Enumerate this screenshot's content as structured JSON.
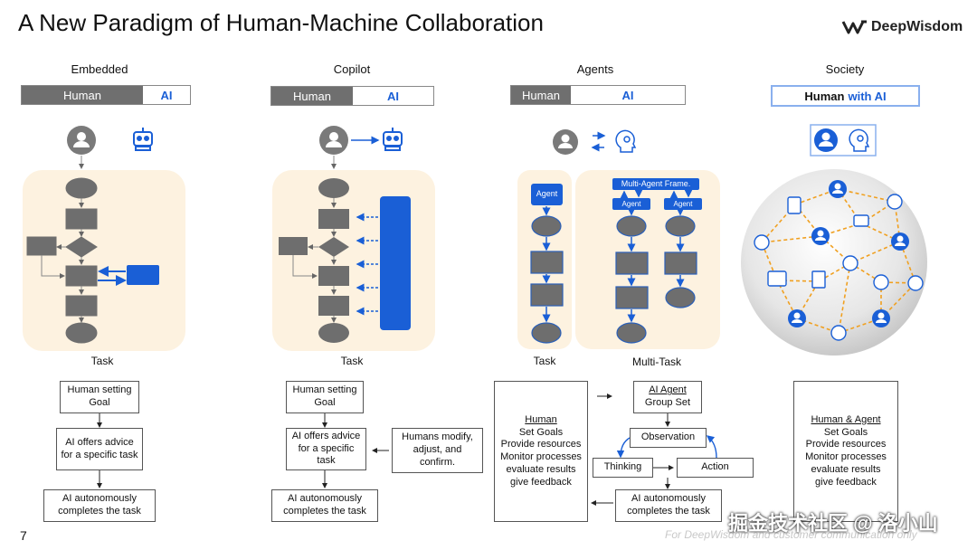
{
  "title": "A New Paradigm of Human-Machine Collaboration",
  "logo": {
    "text": "DeepWisdom",
    "icon": "deepwisdom-logo-icon"
  },
  "columns": [
    {
      "heading": "Embedded",
      "human": "Human",
      "ai": "AI",
      "task_label": "Task",
      "steps": [
        "Human setting Goal",
        "AI offers advice for a specific task",
        "AI autonomously completes the task"
      ]
    },
    {
      "heading": "Copilot",
      "human": "Human",
      "ai": "AI",
      "task_label": "Task",
      "steps": [
        "Human setting Goal",
        "AI offers advice for a specific task",
        "AI autonomously completes the task"
      ],
      "side_note": "Humans modify, adjust, and confirm."
    },
    {
      "heading": "Agents",
      "human": "Human",
      "ai": "AI",
      "task_label": "Task",
      "multi_task_label": "Multi-Task",
      "agent_label": "Agent",
      "multi_agent_frame": "Multi-Agent Frame.",
      "sub_agent": "Agent",
      "human_box": {
        "head": "Human",
        "lines": [
          "Set Goals",
          "Provide resources",
          "Monitor processes",
          "evaluate results",
          "give feedback"
        ]
      },
      "group_box": {
        "head": "AI Agent",
        "line": "Group Set"
      },
      "loop": {
        "observation": "Observation",
        "thinking": "Thinking",
        "action": "Action"
      },
      "final": "AI autonomously completes the task"
    },
    {
      "heading": "Society",
      "human": "Human",
      "ai": "with AI",
      "box": {
        "head": "Human & Agent",
        "lines": [
          "Set Goals",
          "Provide resources",
          "Monitor processes",
          "evaluate results",
          "give feedback"
        ]
      }
    }
  ],
  "page_number": "7",
  "footer": "For DeepWisdom and customer communication only",
  "watermark": "掘金技术社区 @ 洛小山",
  "colors": {
    "accent": "#1a5fd6",
    "human_gray": "#6f6f6f",
    "panel": "#fdf2e0",
    "node": "#6e6e6e",
    "dash_orange": "#f0a020"
  }
}
